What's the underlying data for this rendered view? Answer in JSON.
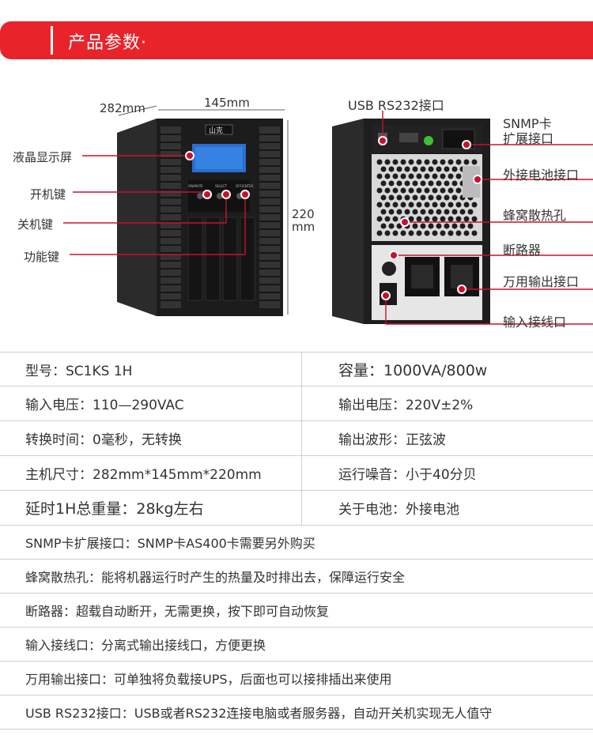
{
  "header": {
    "title": "产品参数·"
  },
  "dimensions": {
    "depth": "282mm",
    "width": "145mm",
    "height_line1": "220",
    "height_line2": "mm"
  },
  "front": {
    "brand": "山克",
    "callouts": [
      "液晶显示屏",
      "开机键",
      "关机键",
      "功能键"
    ],
    "button_labels": [
      "ON/MUTE",
      "SELECT",
      "OFF/ENTER"
    ]
  },
  "back": {
    "callout_top": "USB RS232接口",
    "callouts": [
      "SNMP卡",
      "扩展接口",
      "外接电池接口",
      "蜂窝散热孔",
      "断路器",
      "万用输出接口",
      "输入接线口"
    ]
  },
  "specs": {
    "pairs": [
      {
        "left": "型号：SC1KS  1H",
        "right": "容量：1000VA/800w"
      },
      {
        "left": "输入电压：110—290VAC",
        "right": "输出电压：220V±2%"
      },
      {
        "left": "转换时间：0毫秒，无转换",
        "right": "输出波形：正弦波"
      },
      {
        "left": "主机尺寸：282mm*145mm*220mm",
        "right": "运行噪音：小于40分贝"
      },
      {
        "left": "延时1H总重量：28kg左右",
        "right": "关于电池：外接电池"
      }
    ],
    "full_rows": [
      "SNMP卡扩展接口：SNMP卡AS400卡需要另外购买",
      "蜂窝散热孔：能将机器运行时产生的热量及时排出去，保障运行安全",
      "断路器：超载自动断开，无需更换，按下即可自动恢复",
      "输入接线口：分离式输出接线口，方便更换",
      "万用输出接口：可单独将负载接UPS，后面也可以接排插出来使用",
      "USB RS232接口：USB或者RS232连接电脑或者服务器，自动开关机实现无人值守"
    ]
  },
  "colors": {
    "accent": "#e8232a",
    "callout_line": "#c8102e",
    "chassis": "#1f1f1f"
  }
}
